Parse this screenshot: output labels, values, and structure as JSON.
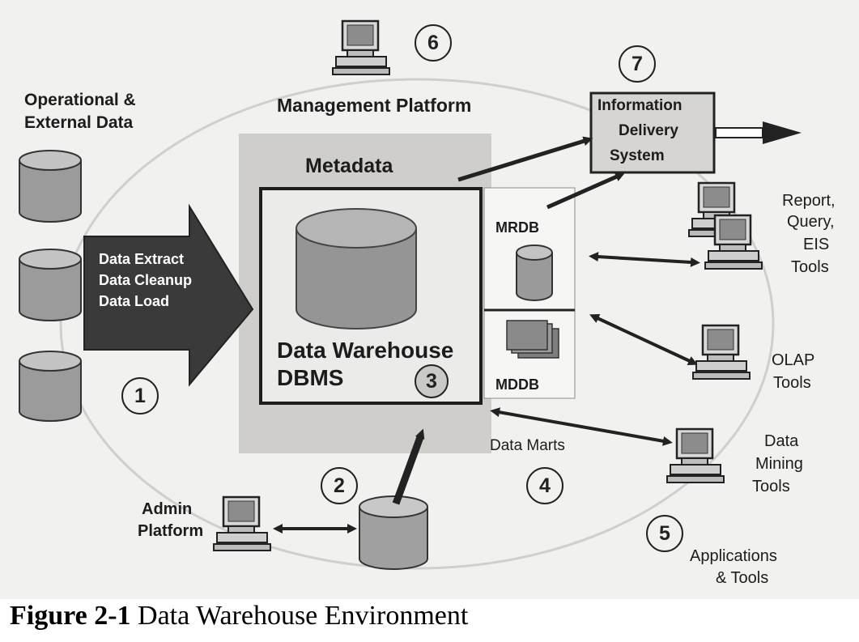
{
  "labels": {
    "operational": "Operational &",
    "external": "External Data",
    "extract": "Data Extract",
    "cleanup": "Data Cleanup",
    "load": "Data Load",
    "management": "Management Platform",
    "metadata": "Metadata",
    "dw1": "Data Warehouse",
    "dw2": "DBMS",
    "mrdb": "MRDB",
    "mddb": "MDDB",
    "data_marts": "Data Marts",
    "info1": "Information",
    "info2": "Delivery",
    "info3": "System",
    "report1": "Report,",
    "report2": "Query,",
    "report3": "EIS",
    "report4": "Tools",
    "olap1": "OLAP",
    "olap2": "Tools",
    "mining1": "Data",
    "mining2": "Mining",
    "mining3": "Tools",
    "apps1": "Applications",
    "apps2": "& Tools",
    "admin1": "Admin",
    "admin2": "Platform"
  },
  "numbers": [
    "1",
    "2",
    "3",
    "4",
    "5",
    "6",
    "7"
  ],
  "caption": {
    "prefix": "Figure 2-1",
    "text": " Data Warehouse Environment"
  },
  "colors": {
    "background": "#f1f1ef",
    "shaded_panel": "#cfcecb",
    "ink": "#222222",
    "cylinder": "#9b9b9b"
  }
}
